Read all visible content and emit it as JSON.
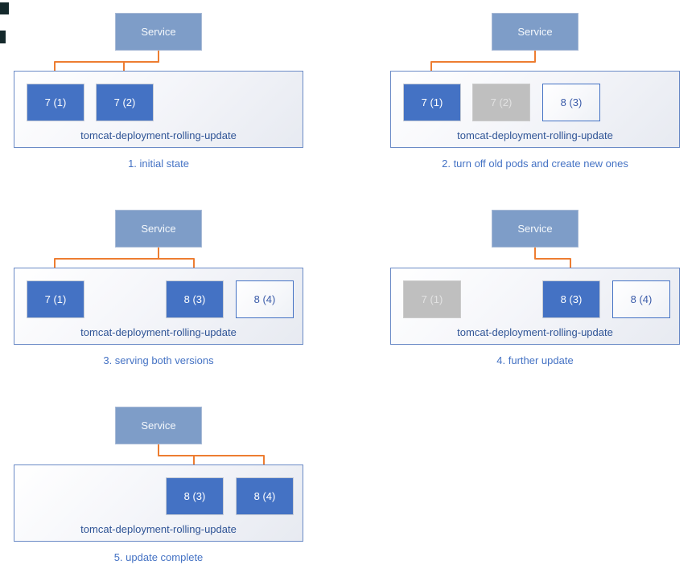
{
  "colors": {
    "service_fill": "#7E9DC8",
    "service_border": "#A8BAD6",
    "pod_active_fill": "#4472C4",
    "pod_active_border": "#C6CBD4",
    "pod_inactive_fill": "#BFBFBF",
    "pod_inactive_border": "#CBCBCB",
    "pod_inactive_text": "#E2E2E2",
    "pod_new_border": "#4472C4",
    "pod_new_text": "#3A5BA9",
    "container_border": "#6A8AC6",
    "deployment_label_text": "#2F5496",
    "caption_text": "#4472C4",
    "arrow": "#ED7D31",
    "edge_mark": "#14292C"
  },
  "panels": [
    {
      "caption": "1. initial state",
      "service_label": "Service",
      "deployment_label": "tomcat-deployment-rolling-update",
      "col": 0,
      "row": 0,
      "pods": [
        {
          "label": "7 (1)",
          "state": "active",
          "slot": 0
        },
        {
          "label": "7 (2)",
          "state": "active",
          "slot": 1
        }
      ],
      "arrow_target_slots": [
        0,
        1
      ]
    },
    {
      "caption": "2. turn off old pods and create new ones",
      "service_label": "Service",
      "deployment_label": "tomcat-deployment-rolling-update",
      "col": 1,
      "row": 0,
      "pods": [
        {
          "label": "7 (1)",
          "state": "active",
          "slot": 0
        },
        {
          "label": "7 (2)",
          "state": "inactive",
          "slot": 1
        },
        {
          "label": "8 (3)",
          "state": "new",
          "slot": 2
        }
      ],
      "arrow_target_slots": [
        0
      ]
    },
    {
      "caption": "3. serving both versions",
      "service_label": "Service",
      "deployment_label": "tomcat-deployment-rolling-update",
      "col": 0,
      "row": 1,
      "pods": [
        {
          "label": "7 (1)",
          "state": "active",
          "slot": 0
        },
        {
          "label": "8 (3)",
          "state": "active",
          "slot": 2
        },
        {
          "label": "8 (4)",
          "state": "new",
          "slot": 3
        }
      ],
      "arrow_target_slots": [
        0,
        2
      ]
    },
    {
      "caption": "4. further update",
      "service_label": "Service",
      "deployment_label": "tomcat-deployment-rolling-update",
      "col": 1,
      "row": 1,
      "pods": [
        {
          "label": "7 (1)",
          "state": "inactive",
          "slot": 0
        },
        {
          "label": "8 (3)",
          "state": "active",
          "slot": 2
        },
        {
          "label": "8 (4)",
          "state": "new",
          "slot": 3
        }
      ],
      "arrow_target_slots": [
        2
      ]
    },
    {
      "caption": "5. update complete",
      "service_label": "Service",
      "deployment_label": "tomcat-deployment-rolling-update",
      "col": 0,
      "row": 2,
      "pods": [
        {
          "label": "8 (3)",
          "state": "active",
          "slot": 2
        },
        {
          "label": "8 (4)",
          "state": "active",
          "slot": 3
        }
      ],
      "arrow_target_slots": [
        2,
        3
      ]
    }
  ]
}
